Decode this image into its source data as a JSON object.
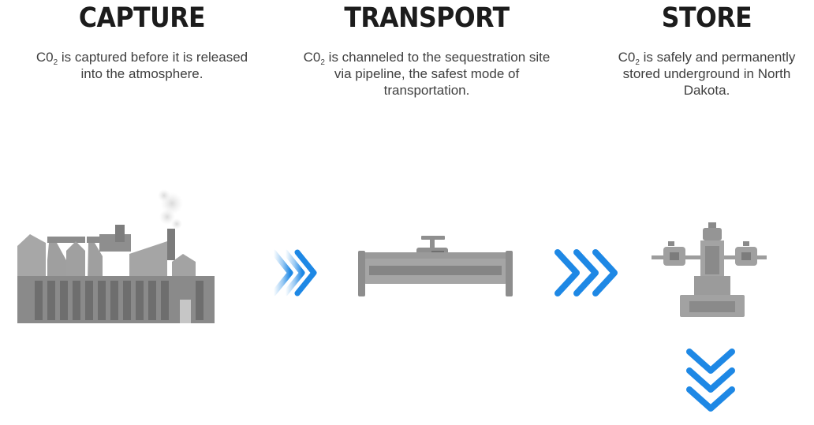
{
  "steps": [
    {
      "title": "CAPTURE",
      "desc_prefix": "C0",
      "desc_sub": "2",
      "desc_rest": " is captured before it is released into the atmosphere."
    },
    {
      "title": "TRANSPORT",
      "desc_prefix": "C0",
      "desc_sub": "2",
      "desc_rest": " is channeled to the sequestration site via pipeline, the safest mode of transportation."
    },
    {
      "title": "STORE",
      "desc_prefix": "C0",
      "desc_sub": "2",
      "desc_rest": " is safely and permanently stored underground in North Dakota."
    }
  ],
  "icons": {
    "capture": "factory-icon",
    "transport": "pipeline-icon",
    "store": "wellhead-icon",
    "arrow_1": "chevrons-right-icon",
    "arrow_2": "chevrons-right-icon",
    "arrow_3": "chevrons-down-icon"
  },
  "colors": {
    "arrow_blue": "#1e88e5",
    "icon_gray": "#9a9a9a",
    "icon_dark": "#777777",
    "title": "#1c1c1c",
    "text": "#3f3f3f"
  }
}
